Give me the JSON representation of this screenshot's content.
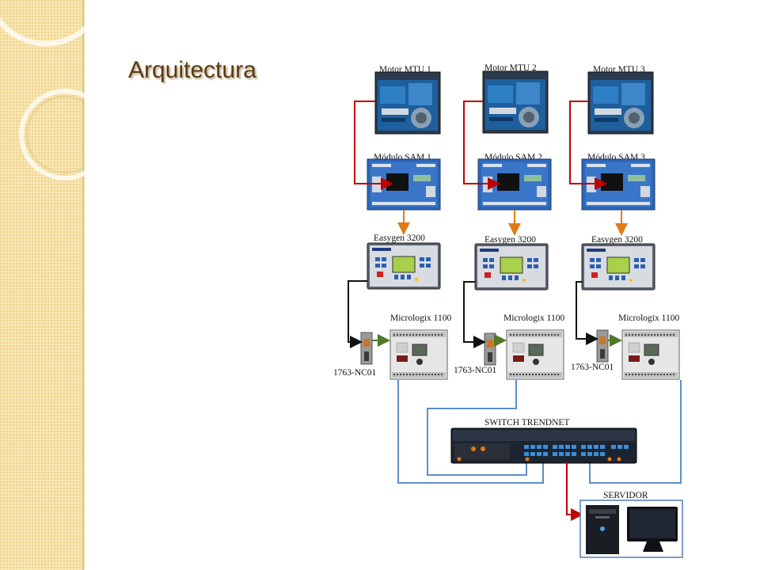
{
  "slide": {
    "title": "Arquitectura"
  },
  "motors": [
    {
      "label": "Motor MTU 1"
    },
    {
      "label": "Motor MTU 2"
    },
    {
      "label": "Motor MTU 3"
    }
  ],
  "sam_modules": [
    {
      "label": "Módulo SAM 1"
    },
    {
      "label": "Módulo SAM 2"
    },
    {
      "label": "Módulo SAM 3"
    }
  ],
  "controllers": [
    {
      "label": "Easygen 3200"
    },
    {
      "label": "Easygen 3200"
    },
    {
      "label": "Easygen 3200"
    }
  ],
  "plcs": [
    {
      "label": "Micrologix 1100"
    },
    {
      "label": "Micrologix 1100"
    },
    {
      "label": "Micrologix 1100"
    }
  ],
  "interfaces": [
    {
      "label": "1763-NC01"
    },
    {
      "label": "1763-NC01"
    },
    {
      "label": "1763-NC01"
    }
  ],
  "switch": {
    "label": "SWITCH TRENDNET"
  },
  "server": {
    "label": "SERVIDOR"
  },
  "colors": {
    "motor_to_sam_link": "#c00000",
    "sam_to_easygen_link": "#e07b1a",
    "nc01_to_plc_link": "#4f7a28",
    "ethernet_link": "#5b8ec9",
    "server_link": "#c00000",
    "serial_link": "#111111"
  }
}
